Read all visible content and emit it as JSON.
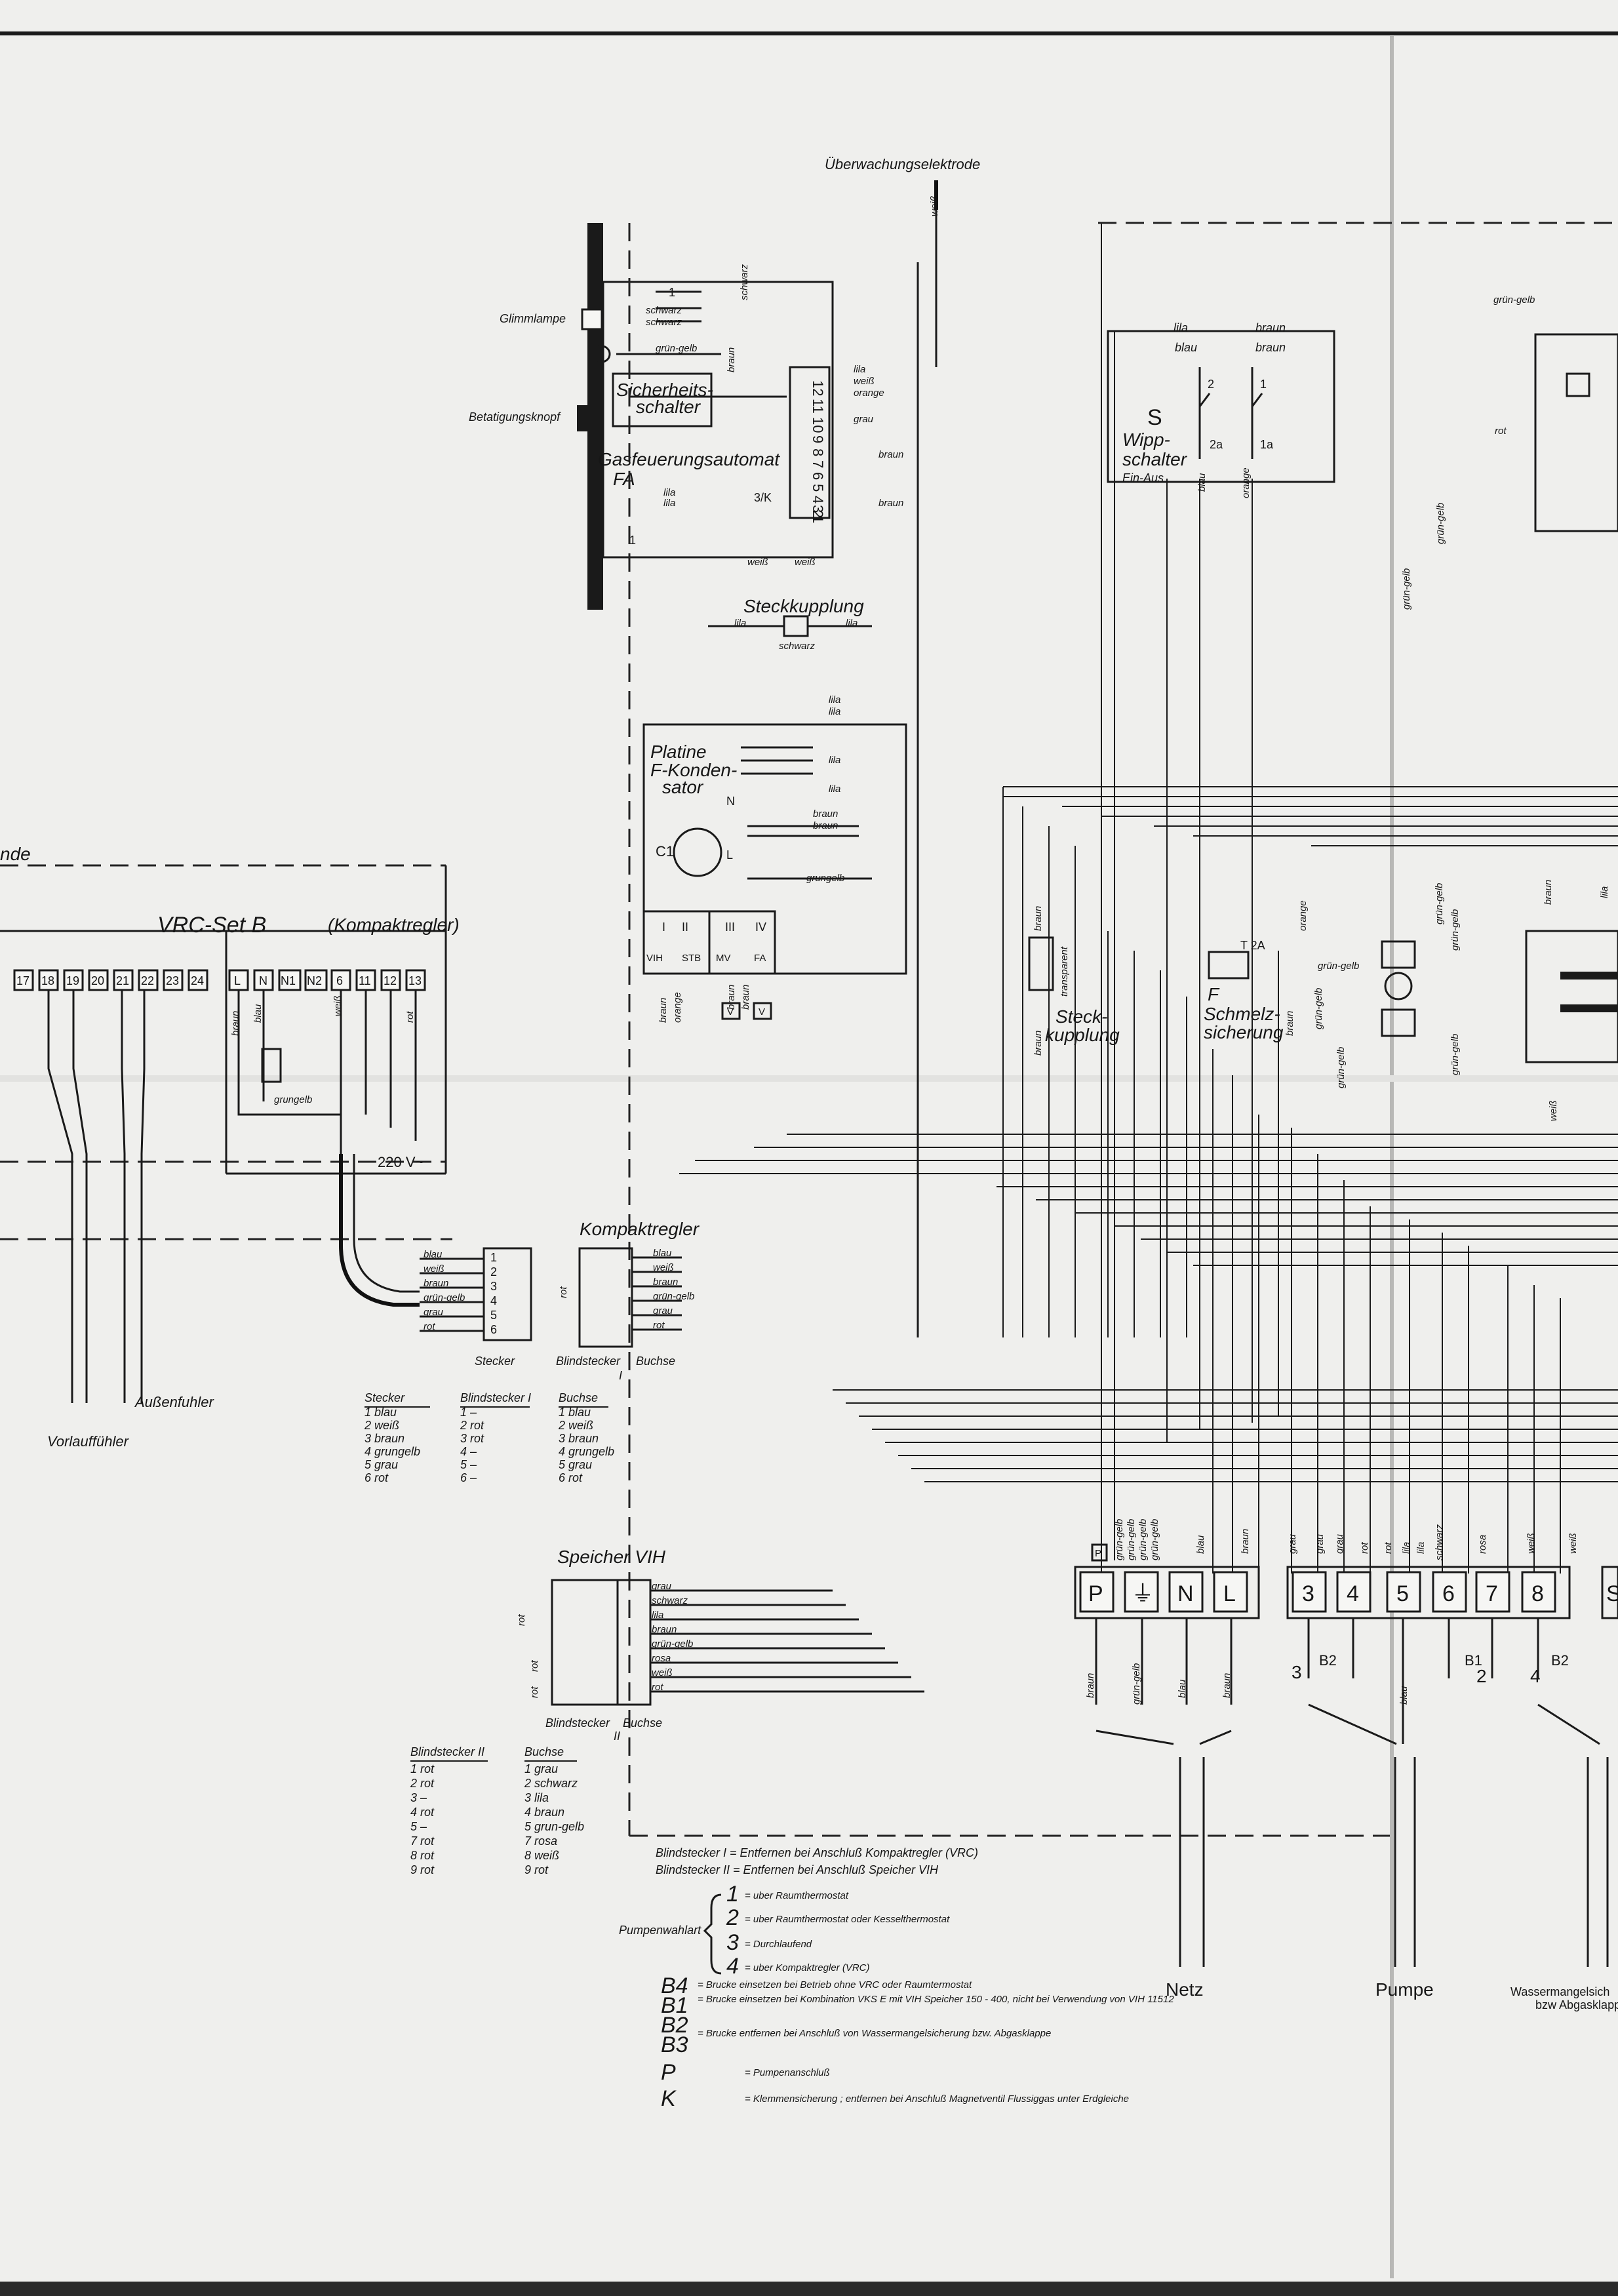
{
  "labels": {
    "electrode": "Überwachungselektrode",
    "glimmlampe": "Glimmlampe",
    "betaetigungsknopf": "Betatigungsknopf",
    "sicherheitsschalter_1": "Sicherheits-",
    "sicherheitsschalter_2": "schalter",
    "gfa_1": "Gasfeuerungsautomat",
    "gfa_2": "FA",
    "steckkupplung_top": "Steckkupplung",
    "wippschalter_1": "Wipp-",
    "wippschalter_2": "schalter",
    "wippschalter_3": "Ein-Aus",
    "platine_1": "Platine",
    "platine_2": "F-Konden-",
    "platine_3": "sator",
    "ende": "nde",
    "vrc_set": "VRC-Set B",
    "vrc_set_sub": "(Kompaktregler)",
    "volt": "220 V~",
    "schmelz_1": "Schmelz-",
    "schmelz_2": "sicherung",
    "schmelz_f": "F",
    "schmelz_t": "T 2A",
    "steck_mid_1": "Steck-",
    "steck_mid_2": "kupplung",
    "kompaktregler": "Kompaktregler",
    "stecker": "Stecker",
    "blindstecker_1": "Blindstecker",
    "blindstecker_1_num": "I",
    "buchse": "Buchse",
    "aussenfuehler": "Außenfuhler",
    "vorlauffuehler": "Vorlauffühler",
    "speicher": "Speicher VIH",
    "blindstecker_2": "Blindstecker",
    "blindstecker_2_num": "II",
    "netz": "Netz",
    "pumpe": "Pumpe",
    "wasser_1": "Wassermangelsich",
    "wasser_2": "bzw  Abgasklapp"
  },
  "platine_terminals": [
    "I",
    "II",
    "III",
    "IV"
  ],
  "platine_terminal_labels": [
    "VIH",
    "STB",
    "MV",
    "FA"
  ],
  "vrc_terminals": [
    "17",
    "18",
    "19",
    "20",
    "21",
    "22",
    "23",
    "24",
    "L",
    "N",
    "N1",
    "N2",
    "6",
    "11",
    "12",
    "13"
  ],
  "main_terminals": [
    "P",
    "⏚",
    "N",
    "L",
    "3",
    "4",
    "5",
    "6",
    "7",
    "8",
    "S"
  ],
  "gfa_pins": [
    "12",
    "11",
    "10",
    "9",
    "8",
    "7",
    "6",
    "5",
    "4",
    "3",
    "2",
    "1"
  ],
  "wire_colors": {
    "lila": "lila",
    "braun": "braun",
    "blau": "blau",
    "weiss": "weiß",
    "orange": "orange",
    "grau": "grau",
    "schwarz": "schwarz",
    "rot": "rot",
    "rosa": "rosa",
    "gruengelb": "grün-gelb",
    "gruengelb_b": "grungelb",
    "transparent": "transparent"
  },
  "stecker_table": {
    "headers": [
      "Stecker",
      "Blindstecker I",
      "Buchse"
    ],
    "rows": [
      [
        "1 blau",
        "1 –",
        "1 blau"
      ],
      [
        "2 weiß",
        "2 rot",
        "2 weiß"
      ],
      [
        "3 braun",
        "3 rot",
        "3 braun"
      ],
      [
        "4 grungelb",
        "4 –",
        "4 grungelb"
      ],
      [
        "5 grau",
        "5 –",
        "5 grau"
      ],
      [
        "6 rot",
        "6 –",
        "6 rot"
      ]
    ]
  },
  "kompakt_wires": [
    "blau",
    "weiß",
    "braun",
    "grün-gelb",
    "grau",
    "rot"
  ],
  "speicher_wires": [
    "grau",
    "schwarz",
    "lila",
    "braun",
    "grün-gelb",
    "rosa",
    "weiß",
    "rot"
  ],
  "blind2_table": {
    "headers": [
      "Blindstecker II",
      "Buchse"
    ],
    "rows": [
      [
        "1 rot",
        "1 grau"
      ],
      [
        "2 rot",
        "2 schwarz"
      ],
      [
        "3 –",
        "3 lila"
      ],
      [
        "4 rot",
        "4 braun"
      ],
      [
        "5 –",
        "5 grun-gelb"
      ],
      [
        "7 rot",
        "7 rosa"
      ],
      [
        "8 rot",
        "8 weiß"
      ],
      [
        "9 rot",
        "9 rot"
      ]
    ]
  },
  "legend": {
    "blind1": "Blindstecker I = Entfernen bei Anschluß Kompaktregler (VRC)",
    "blind2": "Blindstecker II = Entfernen bei Anschluß Speicher VIH",
    "pumpenwahl": "Pumpenwahlart",
    "p1": "= uber Raumthermostat",
    "p2": "= uber Raumthermostat oder Kesselthermostat",
    "p3": "= Durchlaufend",
    "p4": "= uber Kompaktregler (VRC)",
    "b4": "= Brucke einsetzen bei Betrieb ohne VRC oder Raumtermostat",
    "b1": "= Brucke einsetzen bei Kombination VKS E mit VIH Speicher 150 - 400, nicht bei Verwendung von VIH 11512",
    "b23": "= Brucke entfernen bei Anschluß von Wassermangelsicherung bzw. Abgasklappe",
    "pp": "= Pumpenanschluß",
    "kk": "= Klemmensicherung ; entfernen bei Anschluß Magnetventil Flussiggas unter Erdgleiche"
  }
}
